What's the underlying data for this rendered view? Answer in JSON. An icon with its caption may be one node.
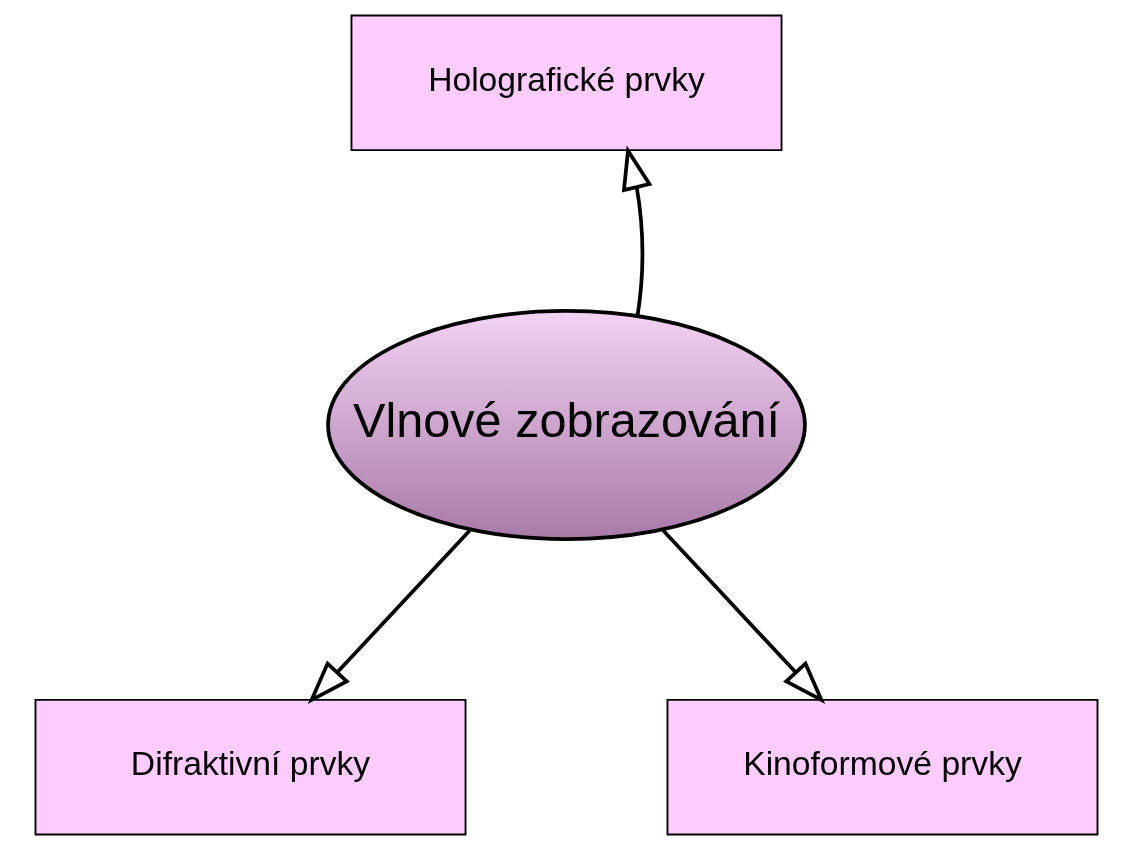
{
  "diagram": {
    "nodes": [
      {
        "text": [
          "Holografické prvky"
        ]
      },
      {
        "text": [
          "Vlnové zobrazování"
        ]
      },
      {
        "text": [
          "Difraktivní prvky"
        ]
      },
      {
        "text": [
          "Kinoformové prvky"
        ]
      }
    ],
    "edges": [
      {
        "from": 1,
        "to": 0,
        "arrow": "to"
      },
      {
        "from": 1,
        "to": 2,
        "arrow": "to"
      },
      {
        "from": 1,
        "to": 3,
        "arrow": "to"
      }
    ]
  }
}
